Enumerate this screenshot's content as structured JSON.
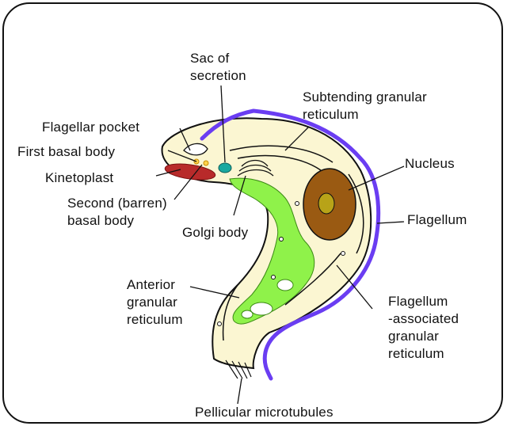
{
  "labels": {
    "sac_of_secretion": "Sac of\nsecretion",
    "subtending_reticulum": "Subtending granular\nreticulum",
    "flagellar_pocket": "Flagellar pocket",
    "first_basal_body": "First basal body",
    "kinetoplast": "Kinetoplast",
    "second_basal_body": "Second (barren)\nbasal body",
    "golgi_body": "Golgi body",
    "nucleus": "Nucleus",
    "flagellum": "Flagellum",
    "anterior_reticulum": "Anterior\ngranular\nreticulum",
    "flagellum_reticulum": "Flagellum\n-associated\ngranular\nreticulum",
    "pellicular_microtubules": "Pellicular microtubules"
  },
  "colors": {
    "cell_fill": "#fbf6d2",
    "flagellum": "#6a3df2",
    "reticulum": "#8ff24a",
    "nucleus": "#9a5a12",
    "nucleolus": "#b8a318",
    "kinetoplast": "#b82a2a",
    "sac": "#1aa9a0",
    "outline": "#111111"
  }
}
